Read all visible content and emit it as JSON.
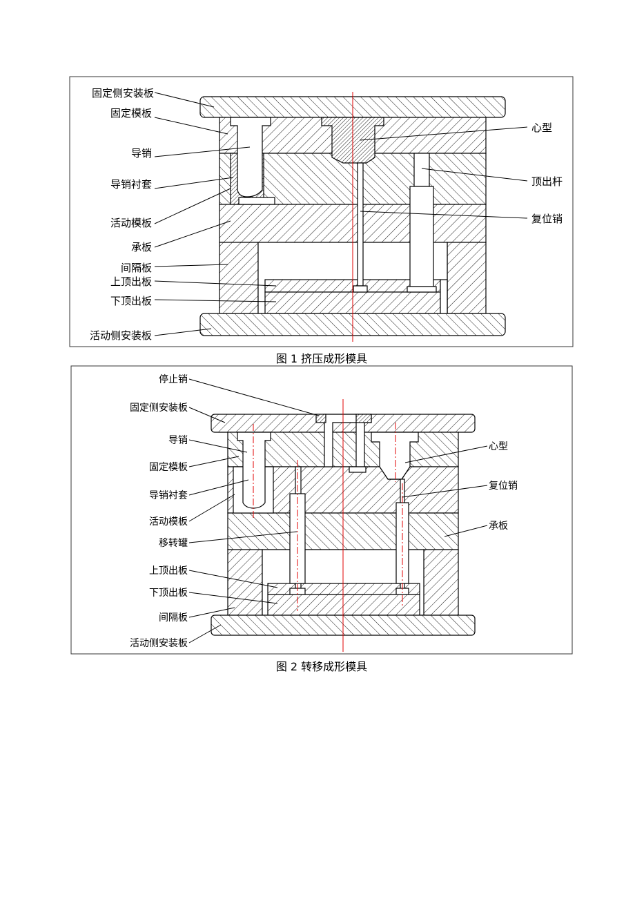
{
  "figure1": {
    "caption": "图 1 挤压成形模具",
    "labels": {
      "fixed_clamp_plate": "固定侧安装板",
      "fixed_mold_plate": "固定模板",
      "guide_pin": "导销",
      "guide_bushing": "导销衬套",
      "moving_mold_plate": "活动模板",
      "support_plate": "承板",
      "spacer_block": "间隔板",
      "upper_ejector_plate": "上顶出板",
      "lower_ejector_plate": "下顶出板",
      "moving_clamp_plate": "活动侧安装板",
      "core": "心型",
      "ejector_pin": "顶出杆",
      "return_pin": "复位销"
    }
  },
  "figure2": {
    "caption": "图 2 转移成形模具",
    "labels": {
      "stop_pin": "停止销",
      "fixed_clamp_plate": "固定侧安装板",
      "guide_pin": "导销",
      "fixed_mold_plate": "固定模板",
      "guide_bushing": "导销衬套",
      "moving_mold_plate": "活动模板",
      "transfer_pot": "移转罐",
      "upper_ejector_plate": "上顶出板",
      "lower_ejector_plate": "下顶出板",
      "spacer_block": "间隔板",
      "moving_clamp_plate": "活动侧安装板",
      "core": "心型",
      "return_pin": "复位销",
      "support_plate": "承板"
    }
  }
}
